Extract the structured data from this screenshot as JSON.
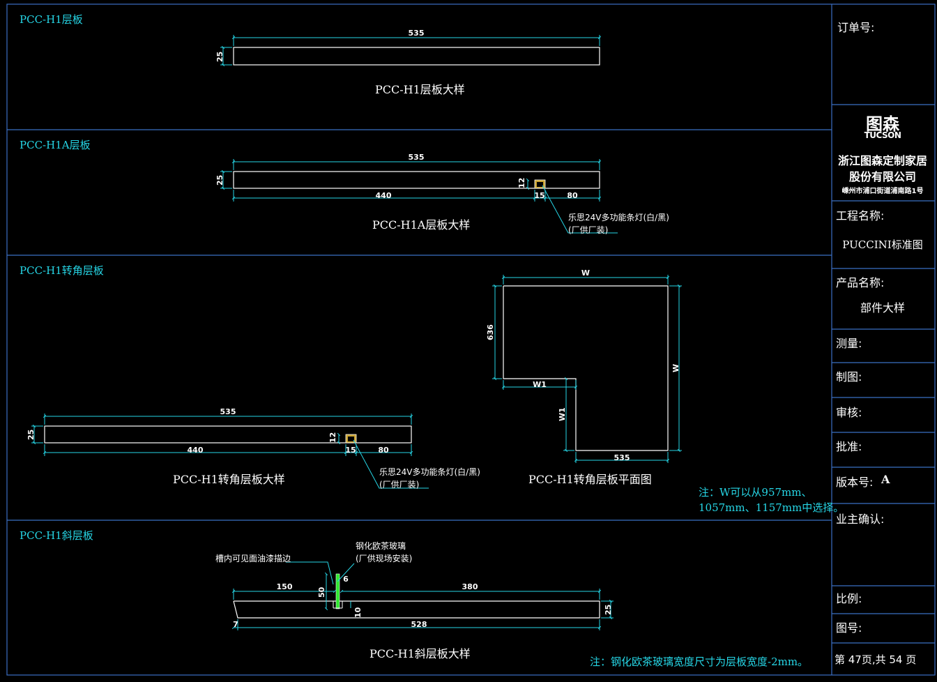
{
  "sections": {
    "h1": {
      "title": "PCC-H1层板",
      "caption": "PCC-H1层板大样",
      "dim_length": "535",
      "dim_thickness": "25"
    },
    "h1a": {
      "title": "PCC-H1A层板",
      "caption": "PCC-H1A层板大样",
      "dim_length": "535",
      "dim_thickness": "25",
      "dim_left": "440",
      "dim_slot": "15",
      "dim_right": "80",
      "dim_slot_depth": "12",
      "light_note_1": "乐思24V多功能条灯(白/黑)",
      "light_note_2": "(厂供厂装)"
    },
    "corner": {
      "title": "PCC-H1转角层板",
      "caption_detail": "PCC-H1转角层板大样",
      "caption_plan": "PCC-H1转角层板平面图",
      "dim_length": "535",
      "dim_thickness": "25",
      "dim_left": "440",
      "dim_slot": "15",
      "dim_right": "80",
      "dim_slot_depth": "12",
      "light_note_1": "乐思24V多功能条灯(白/黑)",
      "light_note_2": "(厂供厂装)",
      "plan_top": "W",
      "plan_left": "636",
      "plan_right": "W",
      "plan_inner_h": "W1",
      "plan_inner_v": "W1",
      "plan_bottom": "535",
      "note_1": "注：W可以从957mm、",
      "note_2": "1057mm、1157mm中选择。"
    },
    "slant": {
      "title": "PCC-H1斜层板",
      "caption": "PCC-H1斜层板大样",
      "label_edge": "槽内可见面油漆描边",
      "label_glass_1": "钢化欧茶玻璃",
      "label_glass_2": "(厂供现场安装)",
      "dim_left": "150",
      "dim_right": "380",
      "dim_total": "528",
      "dim_start": "7",
      "dim_glass_h": "50",
      "dim_glass_w": "6",
      "dim_groove": "10",
      "dim_thickness": "25",
      "note": "注：钢化欧茶玻璃宽度尺寸为层板宽度-2mm。"
    }
  },
  "title_block": {
    "order_no_label": "订单号:",
    "logo_cn": "图森",
    "logo_en": "TUCSON",
    "company_1": "浙江图森定制家居",
    "company_2": "股份有限公司",
    "address": "嵊州市浦口街道浦南路1号",
    "project_label": "工程名称:",
    "project_value": "PUCCINI标准图",
    "product_label": "产品名称:",
    "product_value": "部件大样",
    "measure_label": "测量:",
    "draw_label": "制图:",
    "review_label": "审核:",
    "approve_label": "批准:",
    "version_label": "版本号:",
    "version_value": "A",
    "owner_label": "业主确认:",
    "scale_label": "比例:",
    "drawing_no_label": "图号:",
    "page_info": "第 47页,共 54 页"
  },
  "colors": {
    "background": "#000000",
    "frame": "#3b6fc4",
    "dimension": "#26d6e6",
    "object": "#ffffff",
    "light_fill": "#c9a230",
    "glass": "#2ee82e"
  }
}
